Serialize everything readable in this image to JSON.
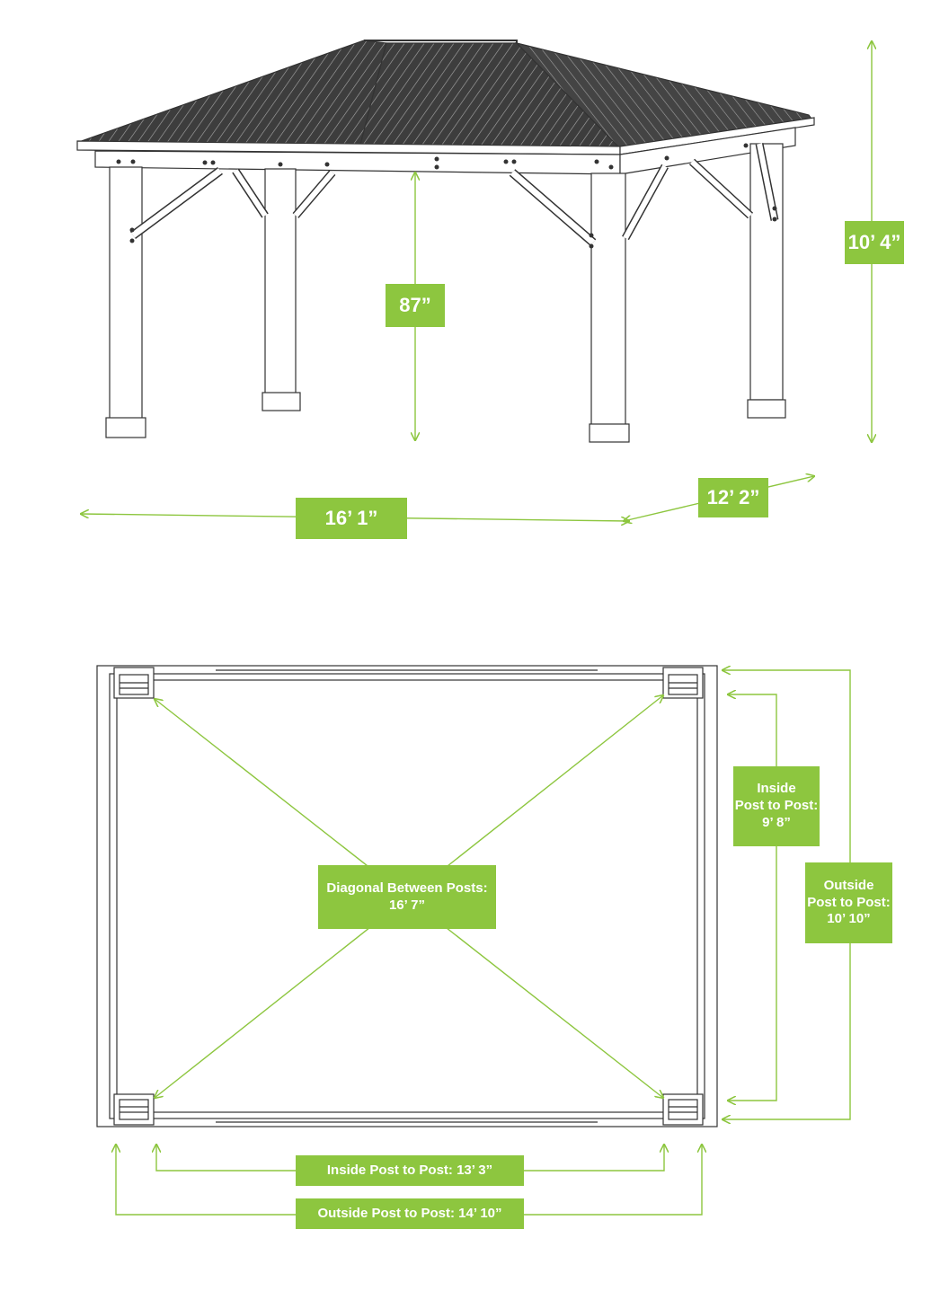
{
  "colors": {
    "accent": "#8dc63f",
    "line": "#8dc63f",
    "drawing": "#333333",
    "roof": "#4a4a4a"
  },
  "elevation": {
    "height_to_beam": "87”",
    "total_height": "10’ 4”",
    "length": "16’ 1”",
    "depth": "12’ 2”"
  },
  "plan": {
    "inside_width_line1": "Inside",
    "inside_width_line2": "Post to Post:",
    "inside_width_line3": "9’ 8”",
    "outside_width_line1": "Outside",
    "outside_width_line2": "Post to Post:",
    "outside_width_line3": "10’ 10”",
    "diagonal_line1": "Diagonal Between Posts:",
    "diagonal_line2": "16’ 7”",
    "inside_length": "Inside Post to Post: 13’ 3”",
    "outside_length": "Outside Post to Post: 14’ 10”"
  }
}
